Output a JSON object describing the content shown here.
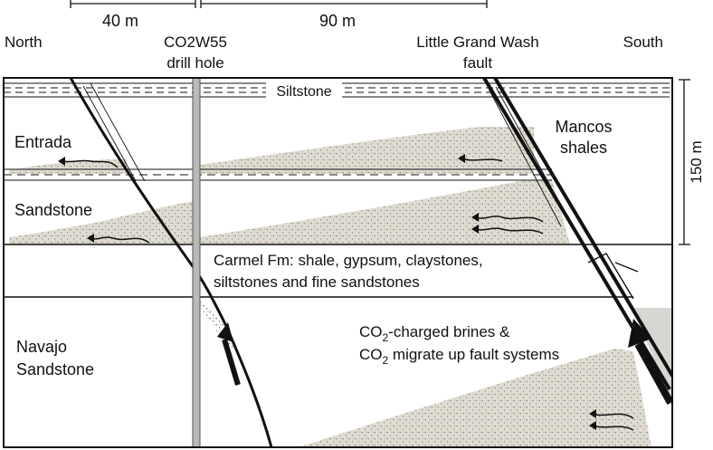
{
  "scale": {
    "left_distance": "40 m",
    "right_distance": "90 m",
    "vertical": "150 m"
  },
  "headers": {
    "north": "North",
    "drill_hole_line1": "CO2W55",
    "drill_hole_line2": "drill hole",
    "fault_line1": "Little Grand Wash",
    "fault_line2": "fault",
    "south": "South"
  },
  "units": {
    "siltstone": "Siltstone",
    "entrada": "Entrada",
    "sandstone": "Sandstone",
    "mancos_line1": "Mancos",
    "mancos_line2": "shales",
    "carmel_line1": "Carmel Fm: shale, gypsum, claystones,",
    "carmel_line2": "siltstones and fine sandstones",
    "navajo_line1": "Navajo",
    "navajo_line2": "Sandstone"
  },
  "annotation": {
    "line1_a": "CO",
    "line1_sub": "2",
    "line1_b": "-charged brines &",
    "line2_a": "CO",
    "line2_sub": "2",
    "line2_b": " migrate up fault systems"
  },
  "colors": {
    "sand": "#e0dcd1",
    "stipple": "#3a3a3a",
    "line": "#111111",
    "mancos_fill": "#d8d6d2",
    "borehole": "#b9b9b9"
  }
}
